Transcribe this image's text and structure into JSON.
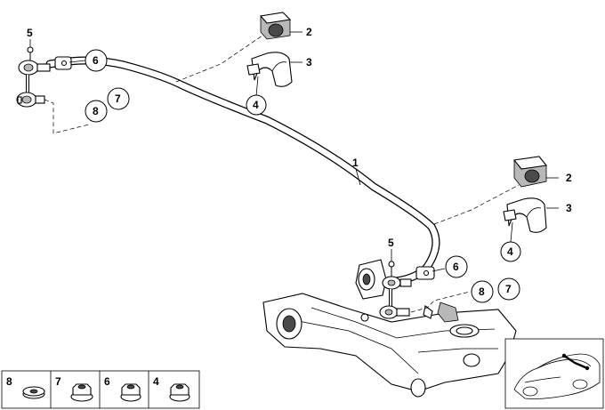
{
  "callouts": {
    "bar": "1",
    "bushing_right_upper": "2",
    "bracket_right_upper": "3",
    "circle4_upper": "4",
    "link_left": "5",
    "circle6_left": "6",
    "circle7_left": "7",
    "circle8_left": "8",
    "bushing_right_lower": "2",
    "bracket_right_lower": "3",
    "circle4_lower": "4",
    "link_right": "5",
    "circle6_right": "6",
    "circle8_right": "8",
    "circle7_right": "7"
  },
  "legend": {
    "items": [
      {
        "label": "8"
      },
      {
        "label": "7"
      },
      {
        "label": "6"
      },
      {
        "label": "4"
      }
    ]
  }
}
